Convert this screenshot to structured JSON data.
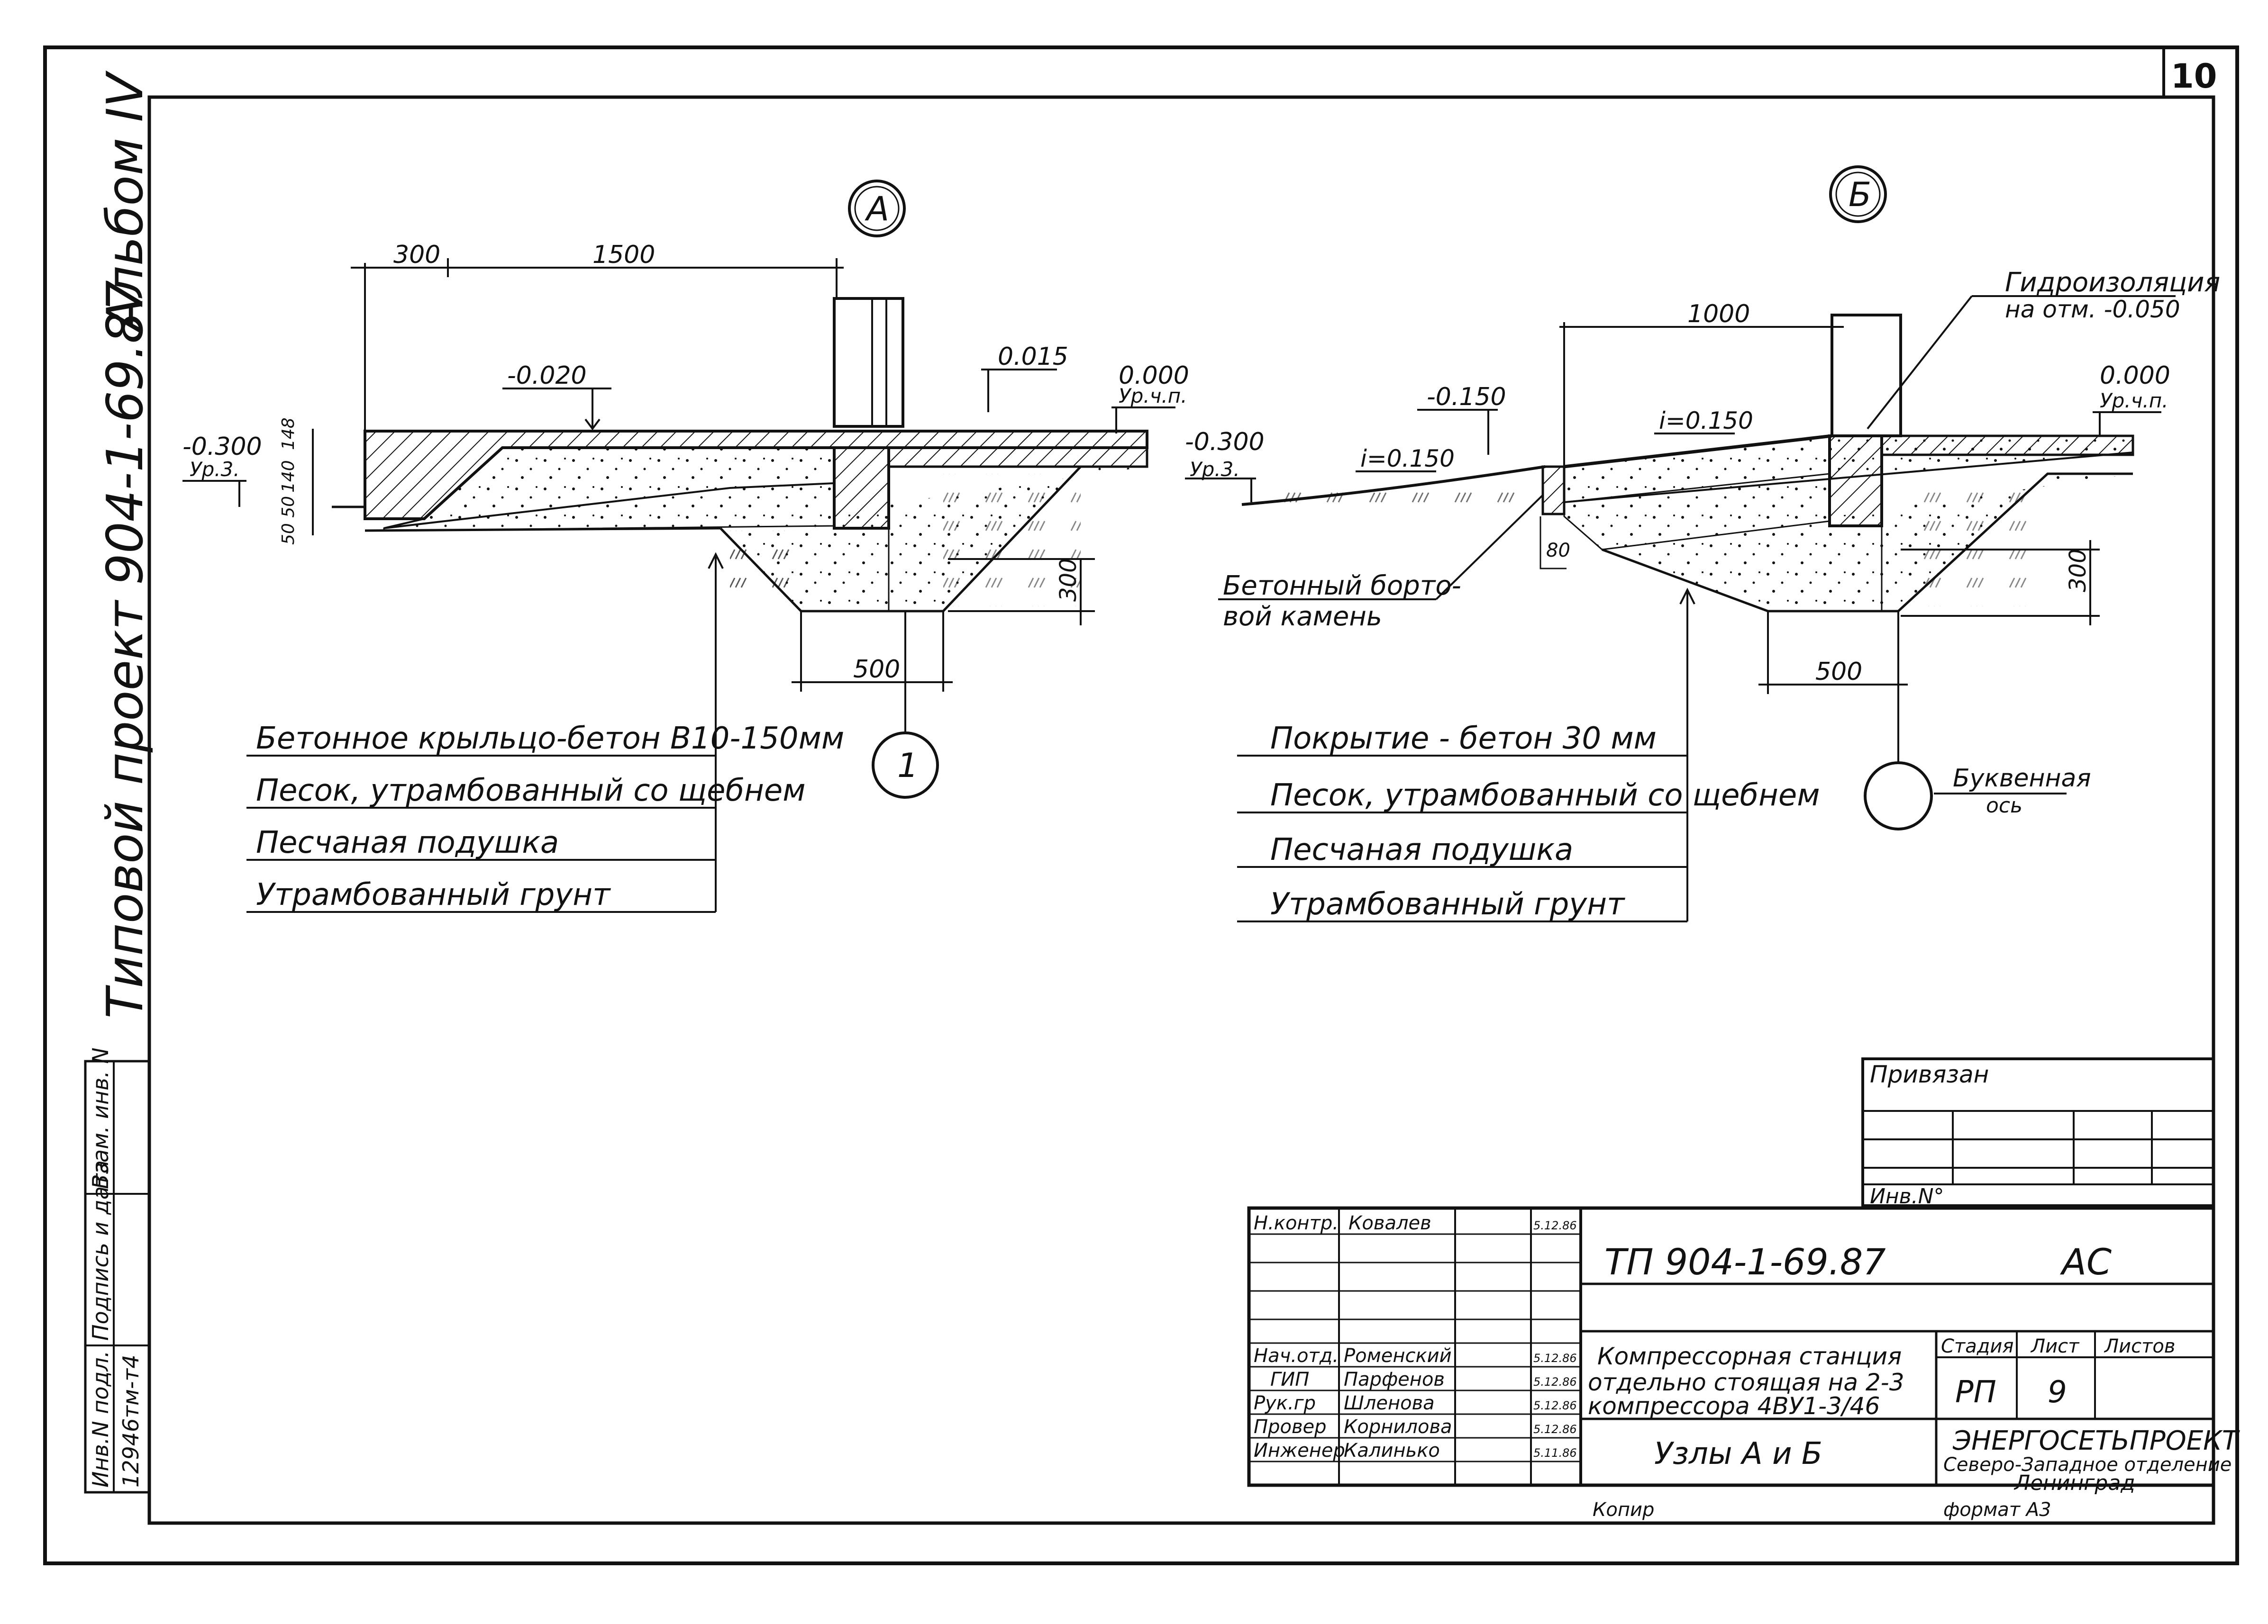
{
  "sheet": {
    "number": "10",
    "side_text": "Типовой  проект  904-1-69.87",
    "album": "Альбом IV"
  },
  "left_stamp": {
    "inv_podl": "Инв.N подл.",
    "podpis_data": "Подпись и дата",
    "vzam_inv": "Взам. инв. N",
    "inv_value": "12946тм-т4"
  },
  "node_a": {
    "marker": "А",
    "dims": {
      "d300": "300",
      "d1500": "1500",
      "d500": "500",
      "d300v": "300",
      "d140": "140",
      "d148": "148",
      "d50_50": "50 50"
    },
    "levels": {
      "minus020": "-0.020",
      "plus015": "0.015",
      "zero": "0.000",
      "urchp": "Ур.ч.п.",
      "minus300": "-0.300",
      "ur3": "Ур.3."
    },
    "axis": "1",
    "layers": [
      "Бетонное крыльцо-бетон В10-150мм",
      "Песок, утрамбованный со щебнем",
      "Песчаная    подушка",
      "Утрамбованный    грунт"
    ]
  },
  "node_b": {
    "marker": "Б",
    "dims": {
      "d1000": "1000",
      "d500": "500",
      "d300v": "300",
      "d80": "80"
    },
    "levels": {
      "minus150": "-0.150",
      "minus300": "-0.300",
      "ur3": "Ур.3.",
      "zero": "0.000",
      "urchp": "Ур.ч.п."
    },
    "slopes": {
      "i1": "i=0.150",
      "i2": "i=0.150"
    },
    "waterproof_1": "Гидроизоляция",
    "waterproof_2": "на отм. -0.050",
    "curb_1": "Бетонный борто-",
    "curb_2": "вой  камень",
    "axis_1": "Буквенная",
    "axis_2": "ось",
    "layers": [
      "Покрытие - бетон  30 мм",
      "Песок, утрамбованный со щебнем",
      "Песчаная    подушка",
      "Утрамбованный    грунт"
    ]
  },
  "title_block": {
    "privyazan": "Привязан",
    "inv_no": "Инв.N°",
    "code": "ТП  904-1-69.87",
    "mark": "АС",
    "object_lines": [
      "Компрессорная станция",
      "отдельно стоящая на 2-3",
      "компрессора 4ВУ1-3/46"
    ],
    "sheet_name": "Узлы  А и Б",
    "stage_h": "Стадия",
    "list_h": "Лист",
    "listov_h": "Листов",
    "stage": "РП",
    "list": "9",
    "org_1": "ЭНЕРГОСЕТЬПРОЕКТ",
    "org_2": "Северо-Западное отделение",
    "org_3": "Ленинград",
    "roles": [
      {
        "role": "Н.контр.",
        "name": "Ковалев",
        "date": "5.12.86"
      },
      {
        "role": "Нач.отд.",
        "name": "Роменский",
        "date": "5.12.86"
      },
      {
        "role": "ГИП",
        "name": "Парфенов",
        "date": "5.12.86"
      },
      {
        "role": "Рук.гр",
        "name": "Шленова",
        "date": "5.12.86"
      },
      {
        "role": "Провер",
        "name": "Корнилова",
        "date": "5.12.86"
      },
      {
        "role": "Инженер",
        "name": "Калинько",
        "date": "5.11.86"
      }
    ],
    "kopir": "Копир",
    "format": "формат А3"
  }
}
